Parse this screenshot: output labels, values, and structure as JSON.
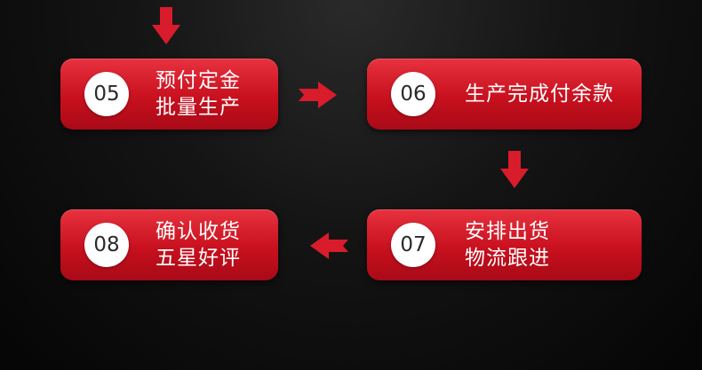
{
  "steps": [
    {
      "id": "05",
      "line1": "预付定金",
      "line2": "批量生产"
    },
    {
      "id": "06",
      "line1": "生产完成付余款",
      "line2": ""
    },
    {
      "id": "07",
      "line1": "安排出货",
      "line2": "物流跟进"
    },
    {
      "id": "08",
      "line1": "确认收货",
      "line2": "五星好评"
    }
  ],
  "colors": {
    "step_top": "#e8323f",
    "step_bottom": "#a90a17",
    "arrow": "#d81c2b",
    "number_bg": "#ffffff",
    "number_text": "#2a2a2a",
    "background": "#050505"
  },
  "icons": [
    "arrow-down-icon",
    "arrow-right-icon",
    "arrow-left-icon"
  ]
}
